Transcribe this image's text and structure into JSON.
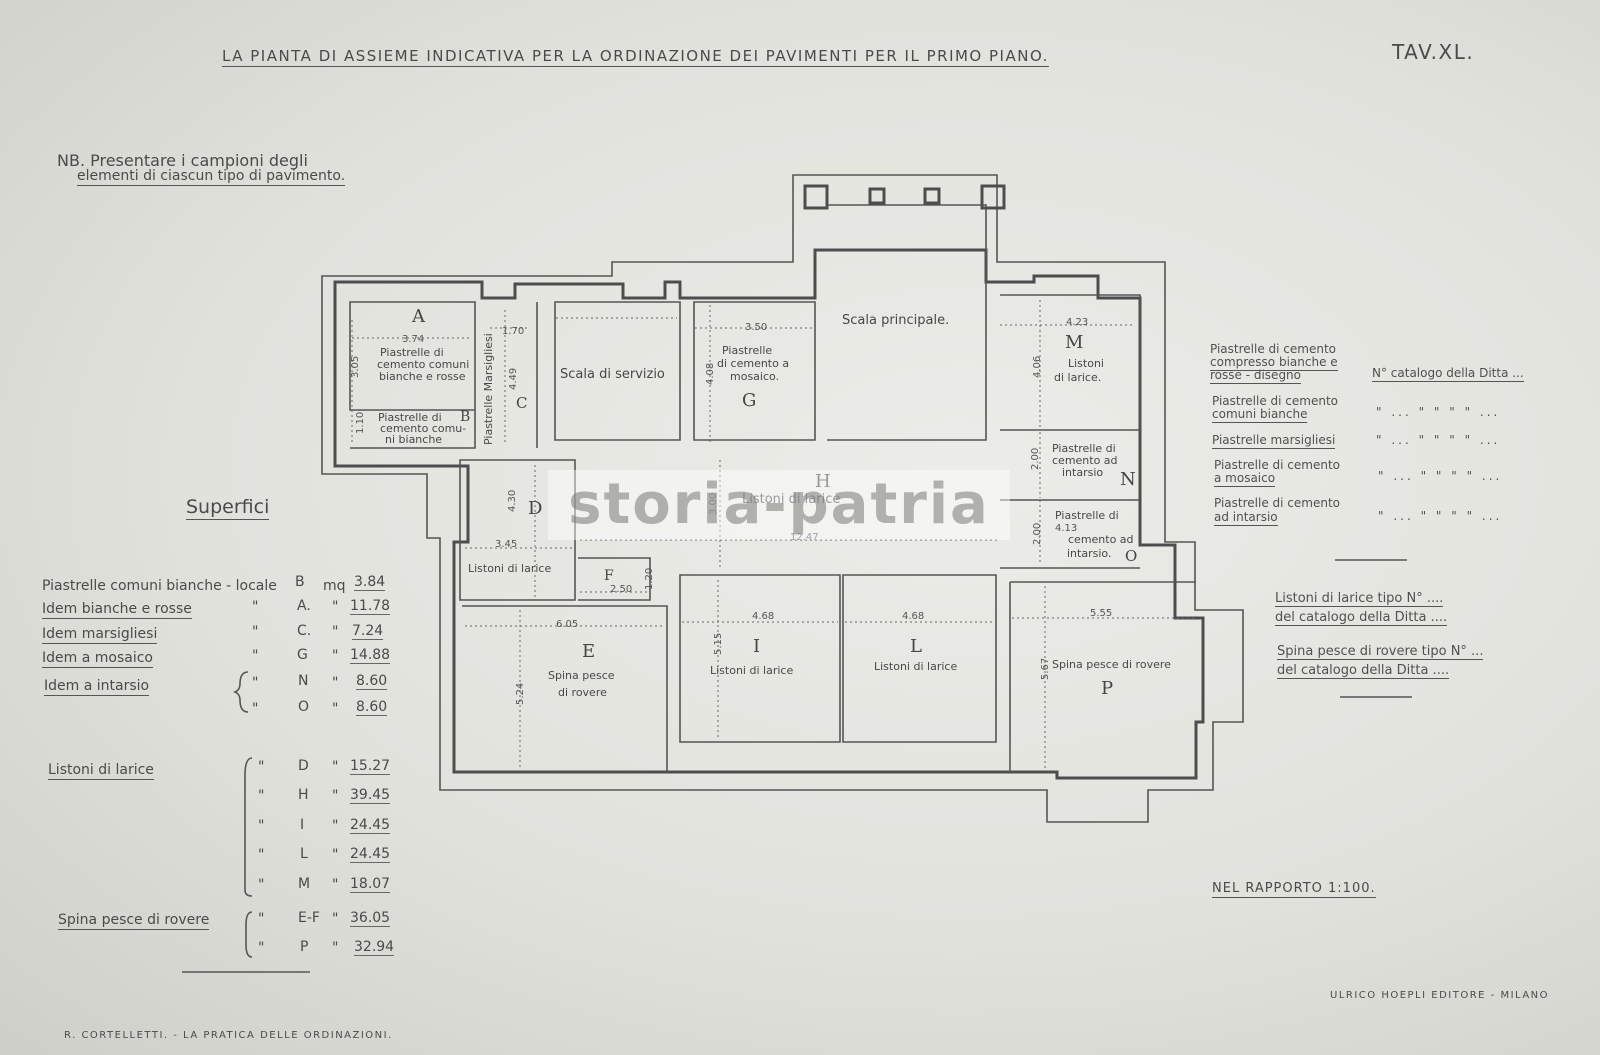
{
  "header": {
    "title": "LA PIANTA DI ASSIEME INDICATIVA PER LA ORDINAZIONE DEI PAVIMENTI PER IL PRIMO PIANO.",
    "plate": "TAV.XL."
  },
  "note": {
    "line1": "NB. Presentare i campioni degli",
    "line2": "elementi di ciascun tipo di pavimento."
  },
  "rooms": {
    "A": {
      "letter": "A",
      "label1": "Piastrelle di",
      "label2": "cemento comuni",
      "label3": "bianche e rosse",
      "dim1": "3.74",
      "dim2": "3.05"
    },
    "B": {
      "letter": "B",
      "label1": "Piastrelle di",
      "label2": "cemento comu-",
      "label3": "ni bianche",
      "dim1": "1.10"
    },
    "C": {
      "letter": "C",
      "label1": "Piastrelle Marsigliesi",
      "dim1": "1.70",
      "dim2": "4.49"
    },
    "servizio": {
      "label": "Scala di servizio"
    },
    "G": {
      "letter": "G",
      "label1": "Piastrelle",
      "label2": "di cemento a",
      "label3": "mosaico.",
      "dim1": "3.50",
      "dim2": "4.08"
    },
    "principale": {
      "label": "Scala principale."
    },
    "M": {
      "letter": "M",
      "label1": "Listoni",
      "label2": "di larice.",
      "dim1": "4.23",
      "dim2": "4.06"
    },
    "N": {
      "letter": "N",
      "label1": "Piastrelle di",
      "label2": "cemento ad",
      "label3": "intarsio",
      "dim1": "2.00"
    },
    "O": {
      "letter": "O",
      "label1": "Piastrelle di",
      "label2": "cemento ad",
      "label3": "intarsio.",
      "dim1": "4.13",
      "dim2": "2.00"
    },
    "H": {
      "letter": "H",
      "label": "Listoni di larice",
      "dim1": "12.47",
      "dim2": "3.00"
    },
    "D": {
      "letter": "D",
      "label": "Listoni di larice",
      "dim1": "3.45",
      "dim2": "4.30"
    },
    "F": {
      "letter": "F",
      "dim1": "2.50",
      "dim2": "1.20"
    },
    "E": {
      "letter": "E",
      "label1": "Spina pesce",
      "label2": "di rovere",
      "dim1": "6.05",
      "dim2": "5.24"
    },
    "I": {
      "letter": "I",
      "label": "Listoni di larice",
      "dim1": "4.68",
      "dim2": "5.15"
    },
    "L": {
      "letter": "L",
      "label": "Listoni di larice",
      "dim1": "4.68"
    },
    "P": {
      "letter": "P",
      "label": "Spina pesce di rovere",
      "dim1": "5.55",
      "dim2": "5.67"
    }
  },
  "superfici": {
    "heading": "Superfici",
    "rows": [
      {
        "label": "Piastrelle comuni bianche - locale",
        "ditto": "",
        "code": "B",
        "unit": "mq",
        "value": "3.84"
      },
      {
        "label": "Idem bianche e rosse",
        "ditto": "\"",
        "code": "A.",
        "unit": "\"",
        "value": "11.78"
      },
      {
        "label": "Idem marsigliesi",
        "ditto": "\"",
        "code": "C.",
        "unit": "\"",
        "value": "7.24"
      },
      {
        "label": "Idem a mosaico",
        "ditto": "\"",
        "code": "G",
        "unit": "\"",
        "value": "14.88"
      },
      {
        "label": "Idem a intarsio",
        "ditto": "\"",
        "code": "N",
        "unit": "\"",
        "value": "8.60"
      },
      {
        "label": "",
        "ditto": "\"",
        "code": "O",
        "unit": "\"",
        "value": "8.60"
      }
    ],
    "larice_label": "Listoni di larice",
    "larice": [
      {
        "ditto": "\"",
        "code": "D",
        "unit": "\"",
        "value": "15.27"
      },
      {
        "ditto": "\"",
        "code": "H",
        "unit": "\"",
        "value": "39.45"
      },
      {
        "ditto": "\"",
        "code": "I",
        "unit": "\"",
        "value": "24.45"
      },
      {
        "ditto": "\"",
        "code": "L",
        "unit": "\"",
        "value": "24.45"
      },
      {
        "ditto": "\"",
        "code": "M",
        "unit": "\"",
        "value": "18.07"
      }
    ],
    "spina_label": "Spina pesce di rovere",
    "spina": [
      {
        "ditto": "\"",
        "code": "E-F",
        "unit": "\"",
        "value": "36.05"
      },
      {
        "ditto": "\"",
        "code": "P",
        "unit": "\"",
        "value": "32.94"
      }
    ]
  },
  "catalog": {
    "items": [
      {
        "label1": "Piastrelle di cemento",
        "label2": "compresso bianche e",
        "label3": "rosse - disegno",
        "tail": "N° catalogo della Ditta ..."
      },
      {
        "label1": "Piastrelle di cemento",
        "label2": "comuni bianche",
        "tail": "\" ... \" \" \" \" ..."
      },
      {
        "label1": "Piastrelle marsigliesi",
        "tail": "\" ... \" \" \" \" ..."
      },
      {
        "label1": "Piastrelle di cemento",
        "label2": "a mosaico",
        "tail": "\" ... \" \" \" \" ..."
      },
      {
        "label1": "Piastrelle di cemento",
        "label2": "ad intarsio",
        "tail": "\" ... \" \" \" \" ..."
      }
    ],
    "larice1": "Listoni di larice tipo N° ....",
    "larice2": "del catalogo della Ditta ....",
    "spina1": "Spina pesce di rovere tipo N° ...",
    "spina2": "del catalogo della Ditta ...."
  },
  "scale": "NEL RAPPORTO 1:100.",
  "footer": {
    "author": "R. CORTELLETTI. - LA PRATICA DELLE ORDINAZIONI.",
    "publisher": "ULRICO HOEPLI EDITORE - MILANO"
  },
  "watermark": "storia-patria",
  "colors": {
    "paper": "#e6e6e1",
    "ink": "#4a4a4a"
  }
}
